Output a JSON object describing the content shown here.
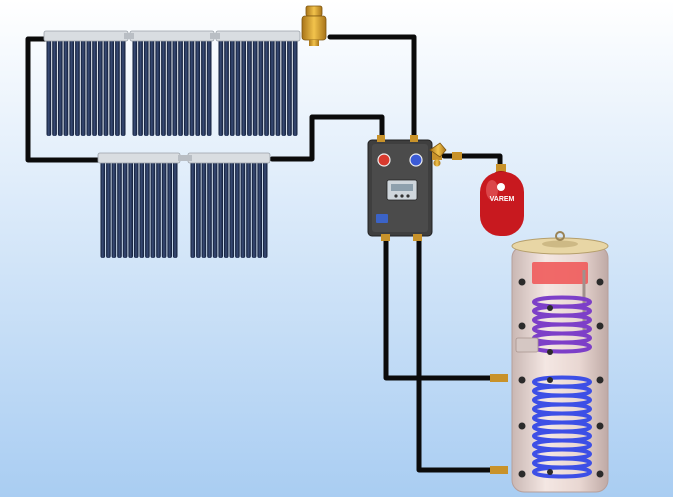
{
  "scene": {
    "background_top": "#ffffff",
    "background_bottom": "#a9cdf2",
    "pipe_color": "#0b0b0b",
    "fitting_color": "#c8922a"
  },
  "collectors": {
    "upper_row_count": 3,
    "lower_row_count": 2,
    "tubes_per_panel": 14,
    "tube_color": "#1e2f52",
    "manifold_color": "#d9dde1"
  },
  "pump_station": {
    "body_color": "#3f3f3f",
    "hot_gauge_color": "#d83a2e",
    "cold_gauge_color": "#3b5bd6",
    "screen_color": "#cfd6dc"
  },
  "expansion_vessel": {
    "brand": "VAREM",
    "color": "#c8191f"
  },
  "cylinder": {
    "shell_color": "#ead8d3",
    "lid_color": "#e8d6a5",
    "hot_coil_color": "#7d3fc8",
    "cold_coil_color": "#3d4fe6",
    "element_color": "#ef5b5b"
  }
}
